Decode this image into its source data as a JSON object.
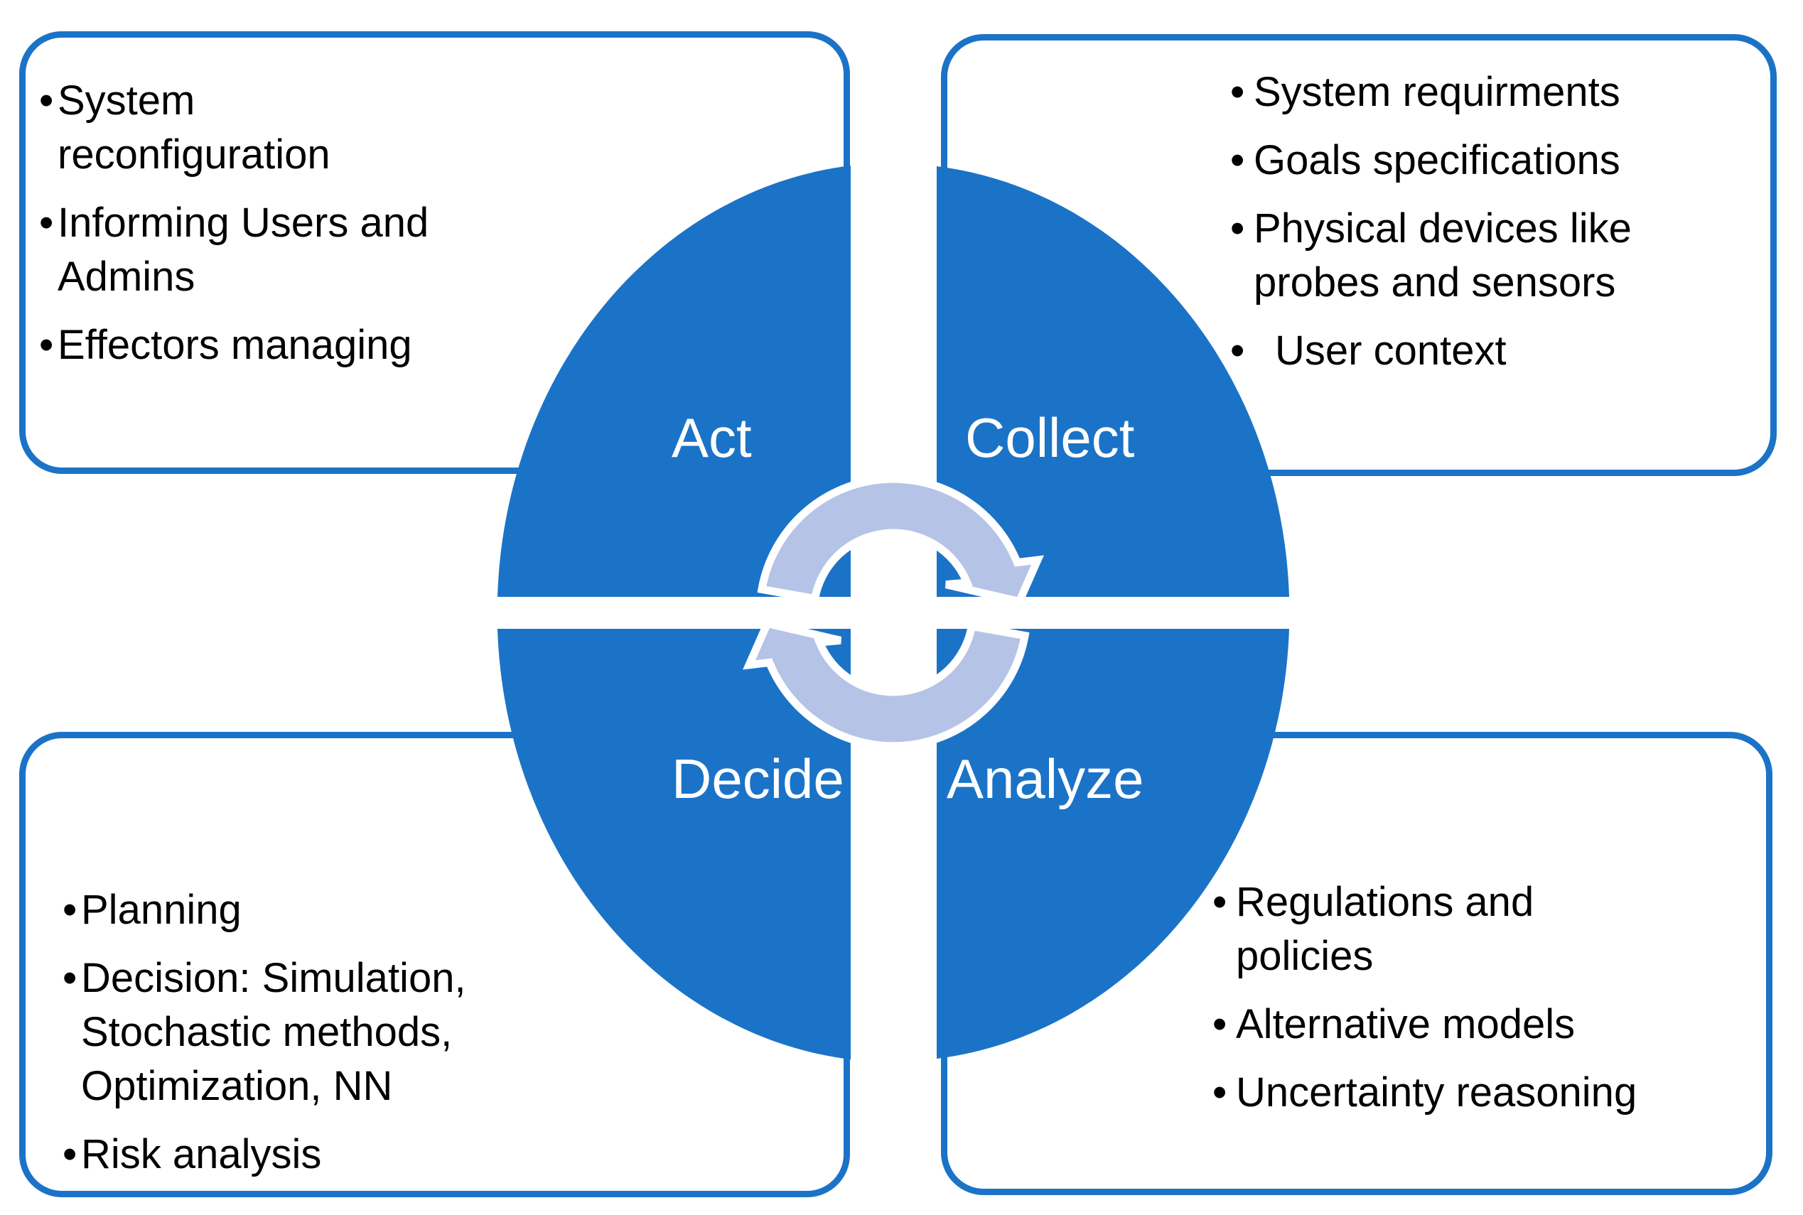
{
  "colors": {
    "quadrant_blue": "#1B73C7",
    "box_border_blue": "#1B73C7",
    "arrow_fill": "#B5C3E6",
    "arrow_outline": "#FFFFFF",
    "label_text": "#FFFFFF",
    "body_text": "#000000",
    "background": "#FFFFFF"
  },
  "bullet": "•",
  "cycle": {
    "labels": {
      "act": "Act",
      "collect": "Collect",
      "decide": "Decide",
      "analyze": "Analyze"
    },
    "icons": [
      "clockwise-arc-arrow-top",
      "clockwise-arc-arrow-bottom"
    ]
  },
  "boxes": {
    "act": {
      "items": [
        {
          "lines": [
            "System",
            "reconfiguration"
          ]
        },
        {
          "lines": [
            "Informing Users and",
            "Admins"
          ]
        },
        {
          "lines": [
            "Effectors managing"
          ]
        }
      ]
    },
    "collect": {
      "items": [
        {
          "lines": [
            "System requirments"
          ]
        },
        {
          "lines": [
            "Goals specifications"
          ]
        },
        {
          "lines": [
            "Physical devices like",
            "probes and sensors"
          ]
        },
        {
          "lines": [
            "User context"
          ]
        }
      ]
    },
    "decide": {
      "items": [
        {
          "lines": [
            "Planning"
          ]
        },
        {
          "lines": [
            "Decision: Simulation,",
            "Stochastic methods,",
            "Optimization, NN"
          ]
        },
        {
          "lines": [
            "Risk analysis"
          ]
        }
      ]
    },
    "analyze": {
      "items": [
        {
          "lines": [
            "Regulations and",
            "policies"
          ]
        },
        {
          "lines": [
            "Alternative models"
          ]
        },
        {
          "lines": [
            "Uncertainty reasoning"
          ]
        }
      ]
    }
  }
}
